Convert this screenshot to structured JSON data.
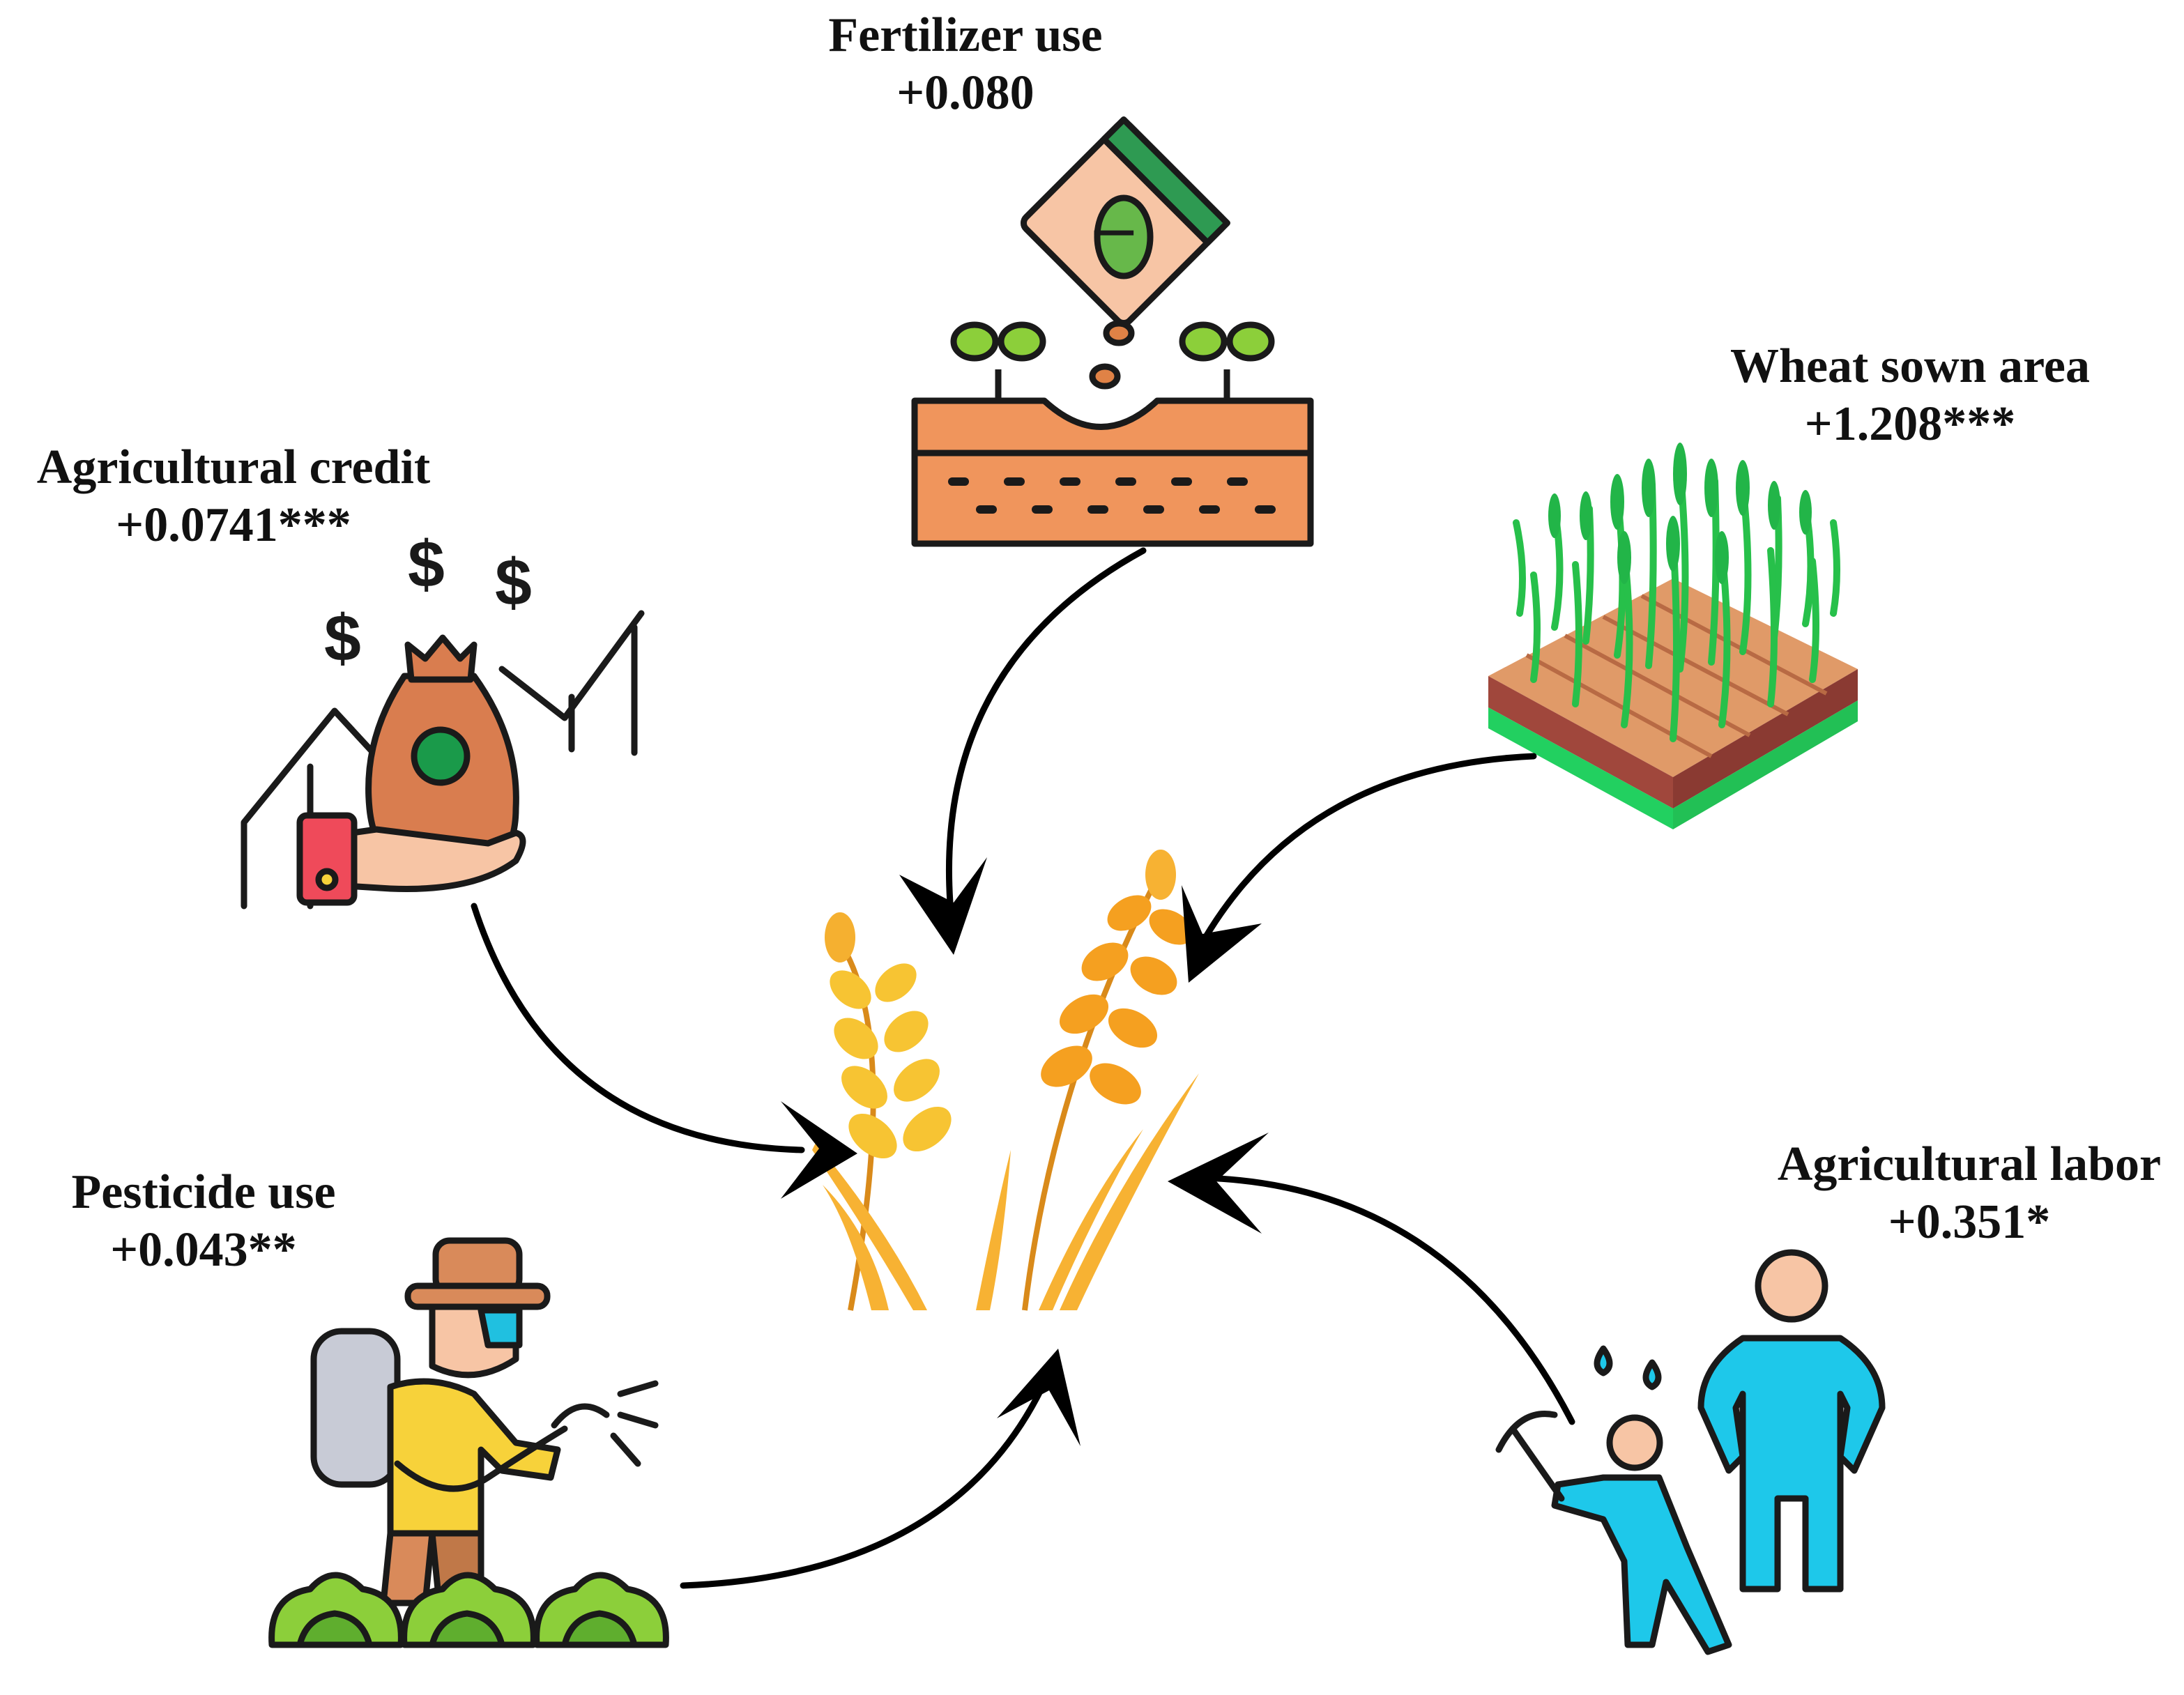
{
  "factors": {
    "fertilizer": {
      "name": "Fertilizer use",
      "coef": "+0.080",
      "icon": "fertilizer-icon"
    },
    "wheat_area": {
      "name": "Wheat sown area",
      "coef": "+1.208***",
      "icon": "wheat-field-icon"
    },
    "credit": {
      "name": "Agricultural credit",
      "coef": "+0.0741***",
      "icon": "money-bag-icon"
    },
    "pesticide": {
      "name": "Pesticide use",
      "coef": "+0.043**",
      "icon": "farmer-sprayer-icon"
    },
    "labor": {
      "name": "Agricultural labor",
      "coef": "+0.351*",
      "icon": "workers-icon"
    }
  },
  "center": {
    "icon": "wheat-ears-icon"
  },
  "colors": {
    "arrow": "#000000",
    "soil": "#f0955c",
    "leaf": "#8ccf3a",
    "wheat_green": "#27c04a",
    "bag": "#d97d4f",
    "labor_blue": "#1ec8ea",
    "grain_orange": "#f5a020",
    "grain_yellow": "#f7c433"
  }
}
